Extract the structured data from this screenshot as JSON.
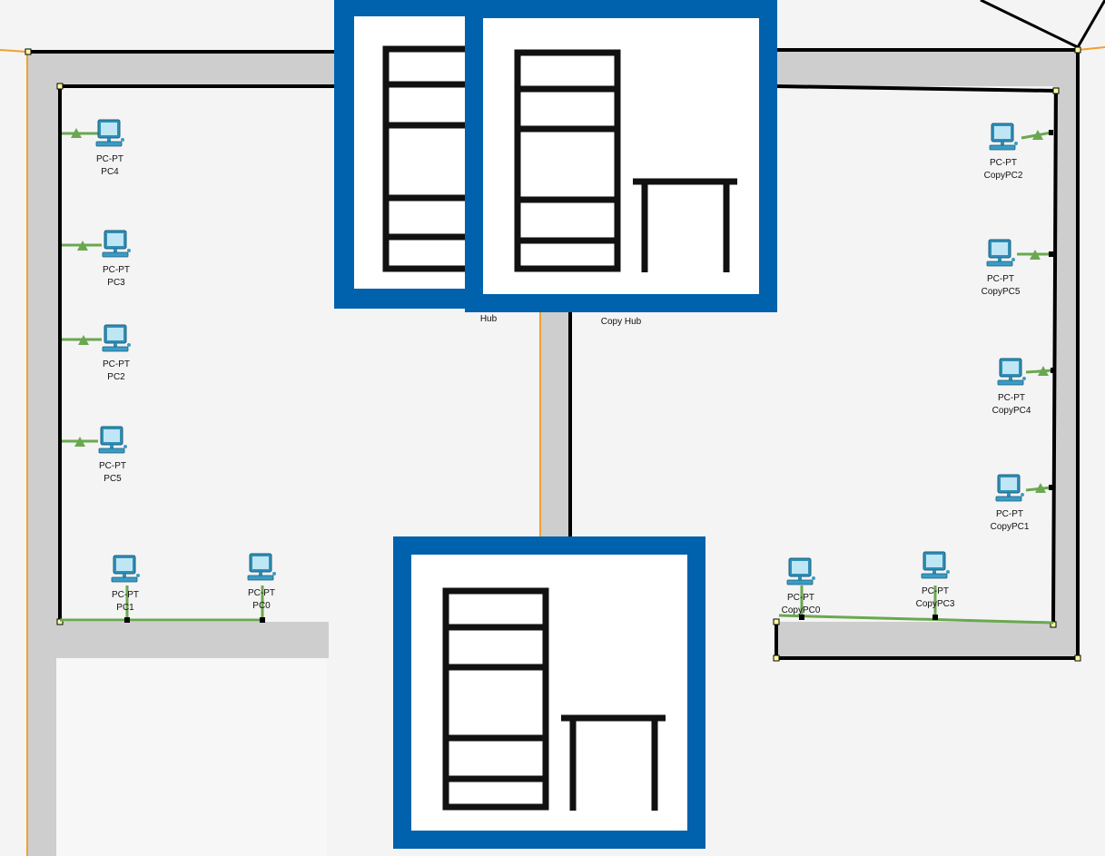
{
  "colors": {
    "wall": "#cecece",
    "cable_orange": "#f0a030",
    "link_green": "#6aa84f",
    "device_blue": "#0061ad",
    "pc_body": "#3a9cc4"
  },
  "devices": {
    "hub": {
      "label": "Hub",
      "icon": "hub-icon"
    },
    "copy_hub": {
      "label": "Copy Hub",
      "icon": "hub-icon"
    },
    "bottom_hub": {
      "label": "",
      "icon": "hub-icon"
    }
  },
  "pcs": {
    "pc4": {
      "type": "PC-PT",
      "name": "PC4"
    },
    "pc3": {
      "type": "PC-PT",
      "name": "PC3"
    },
    "pc2": {
      "type": "PC-PT",
      "name": "PC2"
    },
    "pc5": {
      "type": "PC-PT",
      "name": "PC5"
    },
    "pc1": {
      "type": "PC-PT",
      "name": "PC1"
    },
    "pc0": {
      "type": "PC-PT",
      "name": "PC0"
    },
    "copypc2": {
      "type": "PC-PT",
      "name": "CopyPC2"
    },
    "copypc5": {
      "type": "PC-PT",
      "name": "CopyPC5"
    },
    "copypc4": {
      "type": "PC-PT",
      "name": "CopyPC4"
    },
    "copypc1": {
      "type": "PC-PT",
      "name": "CopyPC1"
    },
    "copypc0": {
      "type": "PC-PT",
      "name": "CopyPC0"
    },
    "copypc3": {
      "type": "PC-PT",
      "name": "CopyPC3"
    }
  }
}
